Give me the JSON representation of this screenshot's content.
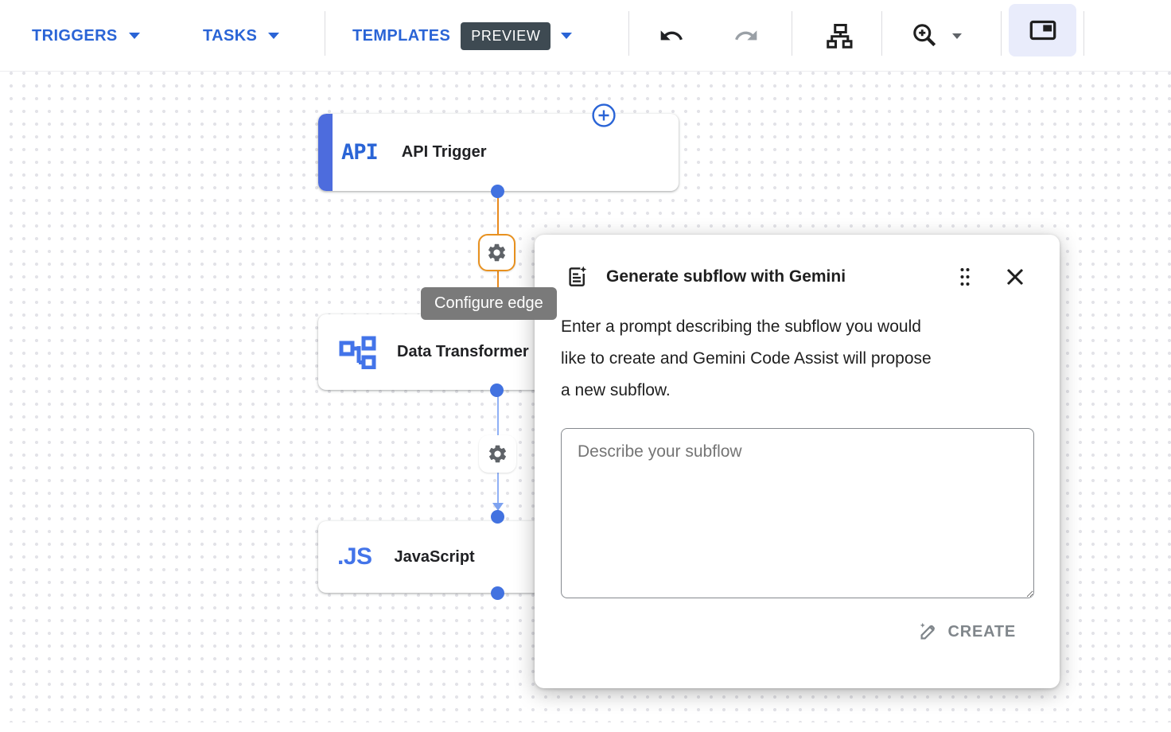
{
  "toolbar": {
    "triggers_label": "TRIGGERS",
    "tasks_label": "TASKS",
    "templates_label": "TEMPLATES",
    "preview_badge": "PREVIEW",
    "icons": [
      "dropdown-caret",
      "undo-icon",
      "redo-icon",
      "sitemap-layout-icon",
      "zoom-in-icon",
      "picture-in-picture-icon"
    ],
    "colors": {
      "accent_blue": "#2a64d6",
      "preview_badge_bg": "#3e4a52",
      "active_button_bg": "#e9ecfb",
      "disabled_icon": "#9aa0a6"
    }
  },
  "canvas": {
    "nodes": [
      {
        "id": "api-trigger",
        "icon_text": "API",
        "label": "API Trigger",
        "type": "trigger"
      },
      {
        "id": "data-transformer",
        "label": "Data Transformer",
        "type": "task",
        "icon": "data-transformer-icon"
      },
      {
        "id": "javascript",
        "icon_text": ".JS",
        "label": "JavaScript",
        "type": "task"
      }
    ],
    "edge_tooltip": "Configure edge",
    "colors": {
      "selected_edge": "#e8891c",
      "edge": "#8fb0f5",
      "connector_dot": "#4272e0",
      "trigger_bar": "#4d6cdd",
      "canvas_dot": "#e3e3e8",
      "tooltip_bg": "#7a7a7a"
    }
  },
  "dialog": {
    "icon": "generate-doc-sparkle-icon",
    "title": "Generate subflow with Gemini",
    "description_lines": [
      "Enter a prompt describing the subflow you would",
      "like to create and Gemini Code Assist will propose",
      "a new subflow."
    ],
    "textarea_value": "",
    "textarea_placeholder": "Describe your subflow",
    "create_label": "CREATE",
    "header_icons": [
      "drag-handle-icon",
      "close-icon"
    ],
    "create_icon": "pencil-sparkle-icon"
  }
}
